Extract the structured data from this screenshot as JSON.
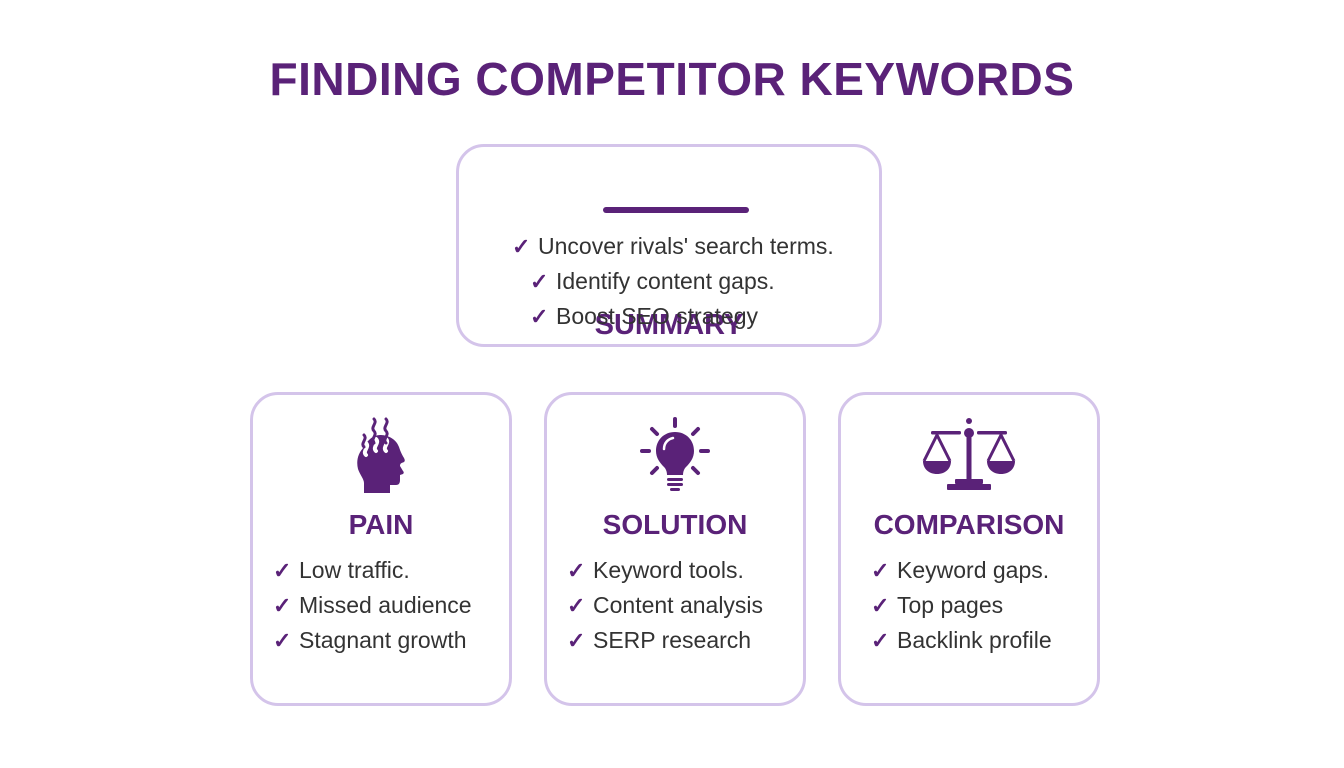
{
  "title": "FINDING COMPETITOR KEYWORDS",
  "colors": {
    "primary": "#5a2278",
    "border": "#d4c4ea",
    "text": "#333333"
  },
  "summary": {
    "heading": "SUMMARY",
    "check_icon": "check-icon",
    "items": [
      "Uncover rivals' search terms.",
      "Identify content gaps.",
      "Boost SEO strategy"
    ]
  },
  "cards": [
    {
      "icon": "head-stress-icon",
      "heading": "PAIN",
      "items": [
        "Low traffic.",
        "Missed audience",
        "Stagnant growth"
      ]
    },
    {
      "icon": "lightbulb-icon",
      "heading": "SOLUTION",
      "items": [
        "Keyword tools.",
        "Content analysis",
        "SERP research"
      ]
    },
    {
      "icon": "balance-scale-icon",
      "heading": "COMPARISON",
      "items": [
        "Keyword gaps.",
        "Top pages",
        "Backlink profile"
      ]
    }
  ],
  "check_glyph": "✓"
}
